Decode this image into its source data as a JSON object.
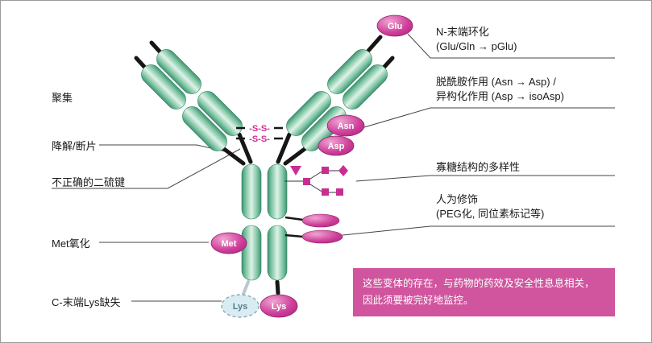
{
  "palette": {
    "domain_green": "#7cc4a1",
    "badge_magenta": "#cf3f9b",
    "glycan_magenta": "#c92d92",
    "note_bg": "#d0549e",
    "lost_lys_fill": "#d8ecf3",
    "disulfide_pink": "#d62a96"
  },
  "left_labels": [
    {
      "text": "聚集"
    },
    {
      "text": "降解/断片"
    },
    {
      "text": "不正确的二硫键"
    },
    {
      "text": "Met氧化"
    },
    {
      "text": "C-末端Lys缺失"
    }
  ],
  "right_labels": [
    {
      "line1": "N-末端环化",
      "line2": "(Glu/Gln → pGlu)"
    },
    {
      "line1": "脱酰胺作用 (Asn → Asp) /",
      "line2": "异构化作用 (Asp → isoAsp)"
    },
    {
      "line1": "寡糖结构的多样性"
    },
    {
      "line1": "人为修饰",
      "line2": "(PEG化, 同位素标记等)"
    }
  ],
  "residues": {
    "glu": "Glu",
    "asn": "Asn",
    "asp": "Asp",
    "met": "Met",
    "lys_lost": "Lys",
    "lys": "Lys"
  },
  "disulfide": {
    "top": "-S-S-",
    "bottom": "-S-S-"
  },
  "note_box": {
    "line1": "这些变体的存在，与药物的药效及安全性息息相关，",
    "line2": "因此须要被完好地监控。"
  }
}
